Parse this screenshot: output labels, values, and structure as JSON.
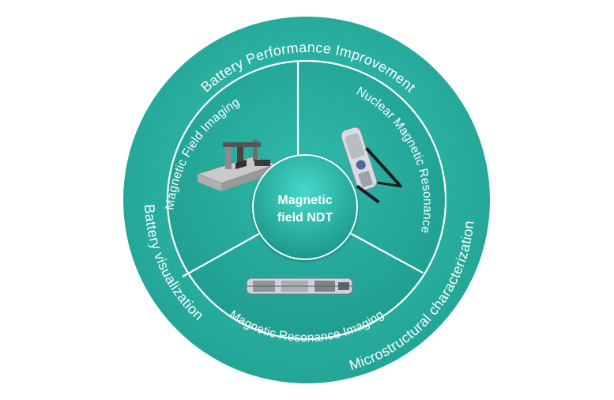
{
  "center": {
    "line1": "Magnetic",
    "line2": "field NDT"
  },
  "outer_ring": {
    "top": "Battery Performance Improvement",
    "left": "Battery visualization",
    "right": "Microstructural characterization"
  },
  "sectors": {
    "left": "Magnetic Field Imaging",
    "right": "Nuclear Magnetic Resonance",
    "bottom": "Magnetic Resonance Imaging"
  },
  "images": {
    "left": "magnetic-field-imaging-scanner",
    "right": "nmr-probe",
    "bottom": "mri-probe"
  },
  "colors": {
    "outer_ring": "#2db3a5",
    "inner_disc": "#24a99a",
    "center_gradient_top": "#3fd2c4",
    "center_gradient_bottom": "#1e9c8f",
    "lines": "#ffffff"
  }
}
